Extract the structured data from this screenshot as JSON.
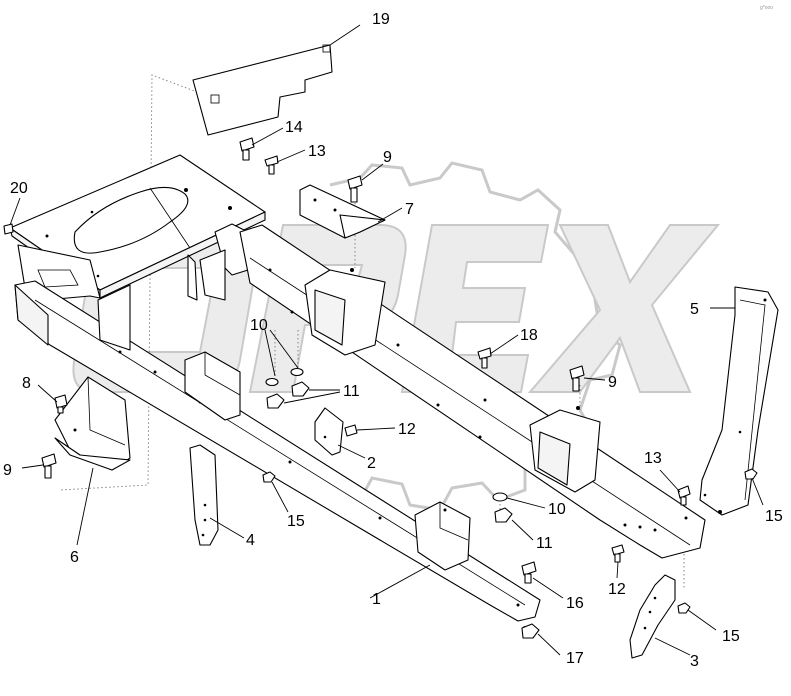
{
  "watermark": {
    "text": "OPEX"
  },
  "corner_mark": "g*ooo",
  "callouts": {
    "c1": "1",
    "c2": "2",
    "c3": "3",
    "c4": "4",
    "c5": "5",
    "c6": "6",
    "c7": "7",
    "c8": "8",
    "c9a": "9",
    "c9b": "9",
    "c9c": "9",
    "c10a": "10",
    "c10b": "10",
    "c11a": "11",
    "c11b": "11",
    "c12a": "12",
    "c12b": "12",
    "c13a": "13",
    "c13b": "13",
    "c14": "14",
    "c15a": "15",
    "c15b": "15",
    "c15c": "15",
    "c16": "16",
    "c17": "17",
    "c18": "18",
    "c19": "19",
    "c20": "20"
  }
}
